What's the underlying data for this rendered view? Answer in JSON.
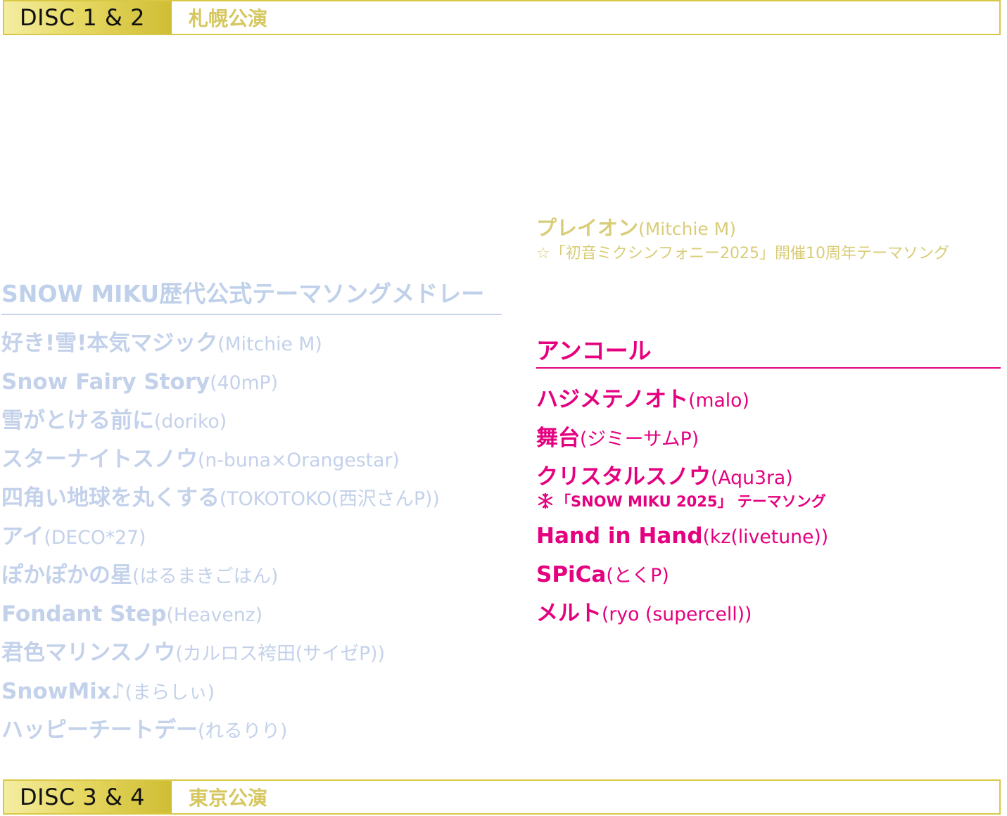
{
  "disc_top": {
    "label": "DISC 1 & 2",
    "venue": "札幌公演"
  },
  "disc_bottom": {
    "label": "DISC 3 & 4",
    "venue": "東京公演"
  },
  "pleion": {
    "title": "プレイオン",
    "artist": "(Mitchie M)",
    "note": "☆「初音ミクシンフォニー2025」開催10周年テーマソング"
  },
  "medley": {
    "title": "SNOW MIKU歴代公式テーマソングメドレー",
    "songs": [
      {
        "title": "好き!雪!本気マジック",
        "artist": "(Mitchie M)"
      },
      {
        "title": "Snow Fairy Story",
        "artist": "(40mP)"
      },
      {
        "title": "雪がとける前に",
        "artist": "(doriko)"
      },
      {
        "title": "スターナイトスノウ",
        "artist": "(n-buna×Orangestar)"
      },
      {
        "title": "四角い地球を丸くする",
        "artist": "(TOKOTOKO(西沢さんP))"
      },
      {
        "title": "アイ",
        "artist": "(DECO*27)"
      },
      {
        "title": "ぽかぽかの星",
        "artist": "(はるまきごはん)"
      },
      {
        "title": "Fondant Step",
        "artist": "(Heavenz)"
      },
      {
        "title": "君色マリンスノウ",
        "artist": "(カルロス袴田(サイゼP))"
      },
      {
        "title": "SnowMix♪",
        "artist": "(まらしぃ)"
      },
      {
        "title": "ハッピーチートデー",
        "artist": "(れるりり)"
      }
    ]
  },
  "encore": {
    "title": "アンコール",
    "songs": [
      {
        "title": "ハジメテノオト",
        "artist": "(malo)"
      },
      {
        "title": "舞台",
        "artist": "(ジミーサムP)"
      },
      {
        "title": "クリスタルスノウ",
        "artist": "(Aqu3ra)",
        "note": "「SNOW MIKU 2025」 テーマソング"
      },
      {
        "title": "Hand in Hand",
        "artist": "(kz(livetune))"
      },
      {
        "title": "SPiCa",
        "artist": "(とくP)"
      },
      {
        "title": "メルト",
        "artist": "(ryo (supercell))"
      }
    ]
  },
  "colors": {
    "gold": "#d9cd78",
    "medley": "#c3d1ea",
    "encore": "#e4007f"
  },
  "icons": {
    "encore_note": "snowflake-icon"
  }
}
